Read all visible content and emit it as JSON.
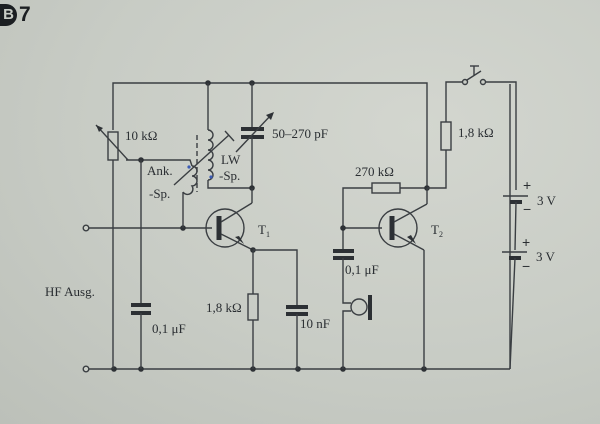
{
  "figure": {
    "label_badge": "B",
    "label_number": "7"
  },
  "labels": {
    "pot": "10 kΩ",
    "ant_coil_1": "Ank.",
    "ant_coil_2": "-Sp.",
    "lw_coil_1": "LW",
    "lw_coil_2": "-Sp.",
    "var_cap": "50–270 pF",
    "t1": "T",
    "t1_sub": "1",
    "t2": "T",
    "t2_sub": "2",
    "r_feedback": "270 kΩ",
    "r_collector": "1,8 kΩ",
    "r_emitter": "1,8 kΩ",
    "c_bypass": "10 nF",
    "c_coupling": "0,1 μF",
    "c_left": "0,1 μF",
    "output": "HF Ausg.",
    "battery_1": "3 V",
    "battery_2": "3 V",
    "plus": "+",
    "minus": "−"
  },
  "colors": {
    "paper": "#c9cdc6",
    "ink": "#3a3e42",
    "coil_dot": "#3b5bb5"
  }
}
